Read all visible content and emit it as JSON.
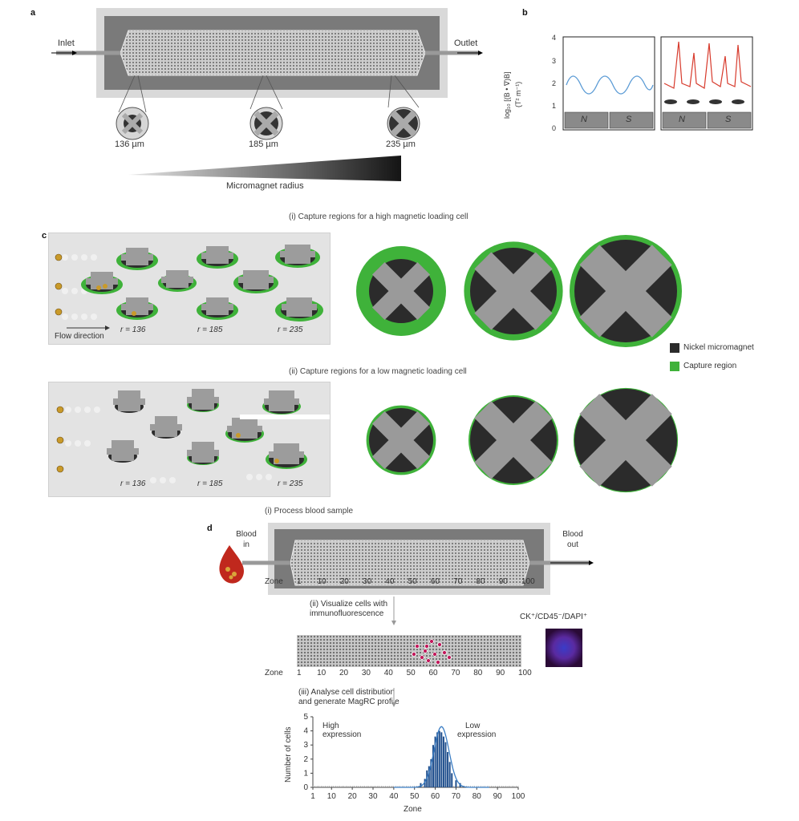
{
  "panel_a": {
    "label": "a",
    "inlet": "Inlet",
    "outlet": "Outlet",
    "magnets": [
      {
        "radius_label": "136 µm",
        "size": 0.58
      },
      {
        "radius_label": "185 µm",
        "size": 0.79
      },
      {
        "radius_label": "235 µm",
        "size": 1.0
      }
    ],
    "wedge_label": "Micromagnet radius"
  },
  "panel_b": {
    "label": "b",
    "ylabel_main": "log₁₀ [(B • ∇)B]",
    "ylabel_unit": "(T² m⁻¹)",
    "yticks": [
      "0",
      "1",
      "2",
      "3",
      "4"
    ],
    "magnet_n": "N",
    "magnet_s": "S"
  },
  "panel_c": {
    "label": "c",
    "high_title": "(i) Capture regions for a high magnetic loading cell",
    "low_title": "(ii) Capture regions for a low magnetic loading cell",
    "flow_label": "Flow direction",
    "r_labels": [
      "r = 136",
      "r = 185",
      "r = 235"
    ],
    "legend": [
      {
        "label": "Nickel micromagnet",
        "color": "#2b2b2b"
      },
      {
        "label": "Capture region",
        "color": "#3fb23a"
      }
    ],
    "high_circles": [
      0.8,
      0.88,
      1.0
    ],
    "low_circles": [
      0.62,
      0.8,
      0.93
    ]
  },
  "panel_d": {
    "label": "d",
    "step1": "(i) Process blood sample",
    "blood_in": "Blood in",
    "blood_out": "Blood out",
    "zone_label": "Zone",
    "zones": [
      "1",
      "10",
      "20",
      "30",
      "40",
      "50",
      "60",
      "70",
      "80",
      "90",
      "100"
    ],
    "step2_line1": "(ii) Visualize cells with",
    "step2_line2": "immunofluorescence",
    "marker_label": "CK⁺/CD45⁻/DAPI⁺",
    "step3_line1": "(iii) Analyse cell distribution",
    "step3_line2": "and generate MagRC profile",
    "high_expr_line1": "High",
    "high_expr_line2": "expression",
    "low_expr_line1": "Low",
    "low_expr_line2": "expression"
  },
  "chart_data": {
    "type": "bar",
    "xlabel": "Zone",
    "ylabel": "Number of cells",
    "xlim": [
      1,
      100
    ],
    "ylim": [
      0,
      5
    ],
    "xticks": [
      "1",
      "10",
      "20",
      "30",
      "40",
      "50",
      "60",
      "70",
      "80",
      "90",
      "100"
    ],
    "yticks": [
      "0",
      "1",
      "2",
      "3",
      "4",
      "5"
    ],
    "x": [
      53,
      55,
      56,
      57,
      58,
      59,
      60,
      61,
      62,
      63,
      64,
      65,
      66,
      67,
      68,
      70,
      72
    ],
    "values": [
      0.3,
      0.6,
      1.2,
      1.5,
      2.0,
      3.0,
      3.6,
      3.9,
      4.0,
      3.9,
      3.6,
      3.2,
      2.5,
      1.8,
      1.0,
      0.5,
      0.3
    ],
    "fit": {
      "type": "gaussian",
      "mu": 63,
      "sigma": 3.6,
      "amp": 4.3
    }
  }
}
